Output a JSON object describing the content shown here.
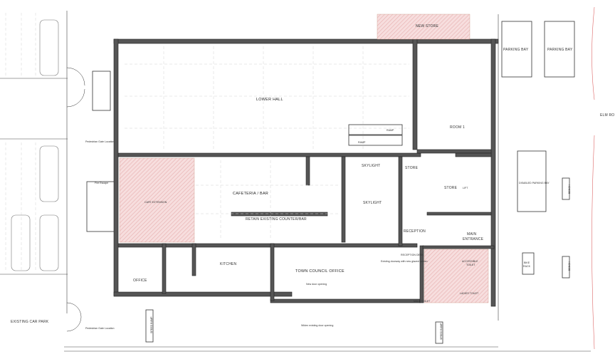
{
  "rooms": {
    "new_store": "NEW STORE",
    "parking_bay_1": "PARKING BAY",
    "parking_bay_2": "PARKING BAY",
    "lower_hall": "LOWER HALL",
    "room_1": "ROOM 1",
    "ramp_upper": "RAMP",
    "ramp_lower": "RAMP",
    "elm_road": "ELM RO",
    "skylight_1": "SKYLIGHT",
    "skylight_2": "SKYLIGHT",
    "store_1": "STORE",
    "store_2": "STORE",
    "lift": "LIFT",
    "cafeteria": "CAFETERIA / BAR",
    "cafe_extension": "CAFE EXTENSION",
    "disabled_bay": "DISABLED PARKING BAY",
    "bench_1": "BENCH",
    "bench_2": "BENCH",
    "retain_counter": "RETAIN EXISTING COUNTER/BAR",
    "reception": "RECEPTION",
    "main_entrance_1": "MAIN",
    "main_entrance_2": "ENTRANCE",
    "office": "OFFICE",
    "kitchen": "KITCHEN",
    "town_council_office": "TOWN COUNCIL OFFICE",
    "bike_rack_1": "BIKE",
    "bike_rack_2": "RACK",
    "accessible_toilet_1": "ACCESSIBLE",
    "accessible_toilet_2": "TOILET",
    "ladies_toilet": "LADIES TOILET",
    "male_toilet": "MALE TOILET",
    "existing_car_park": "EXISTING CAR PARK",
    "speed_bump_1": "SPEED BUMP",
    "speed_bump_2": "SPEED BUMP",
    "fire_escape": "Fire Escape",
    "gate_1": "Pedestrian Gate Location",
    "gate_2": "Pedestrian Gate Location",
    "new_door_1": "New door opening",
    "new_door_2": "Widen existing door opening",
    "reception_desk": "RECEPTION DESK",
    "window_note": "Existing doorway with new glazed screen"
  },
  "colors": {
    "wall": "#555555",
    "hatch": "#e8b4b4",
    "line": "#444444",
    "grid": "#d3d3d3"
  }
}
